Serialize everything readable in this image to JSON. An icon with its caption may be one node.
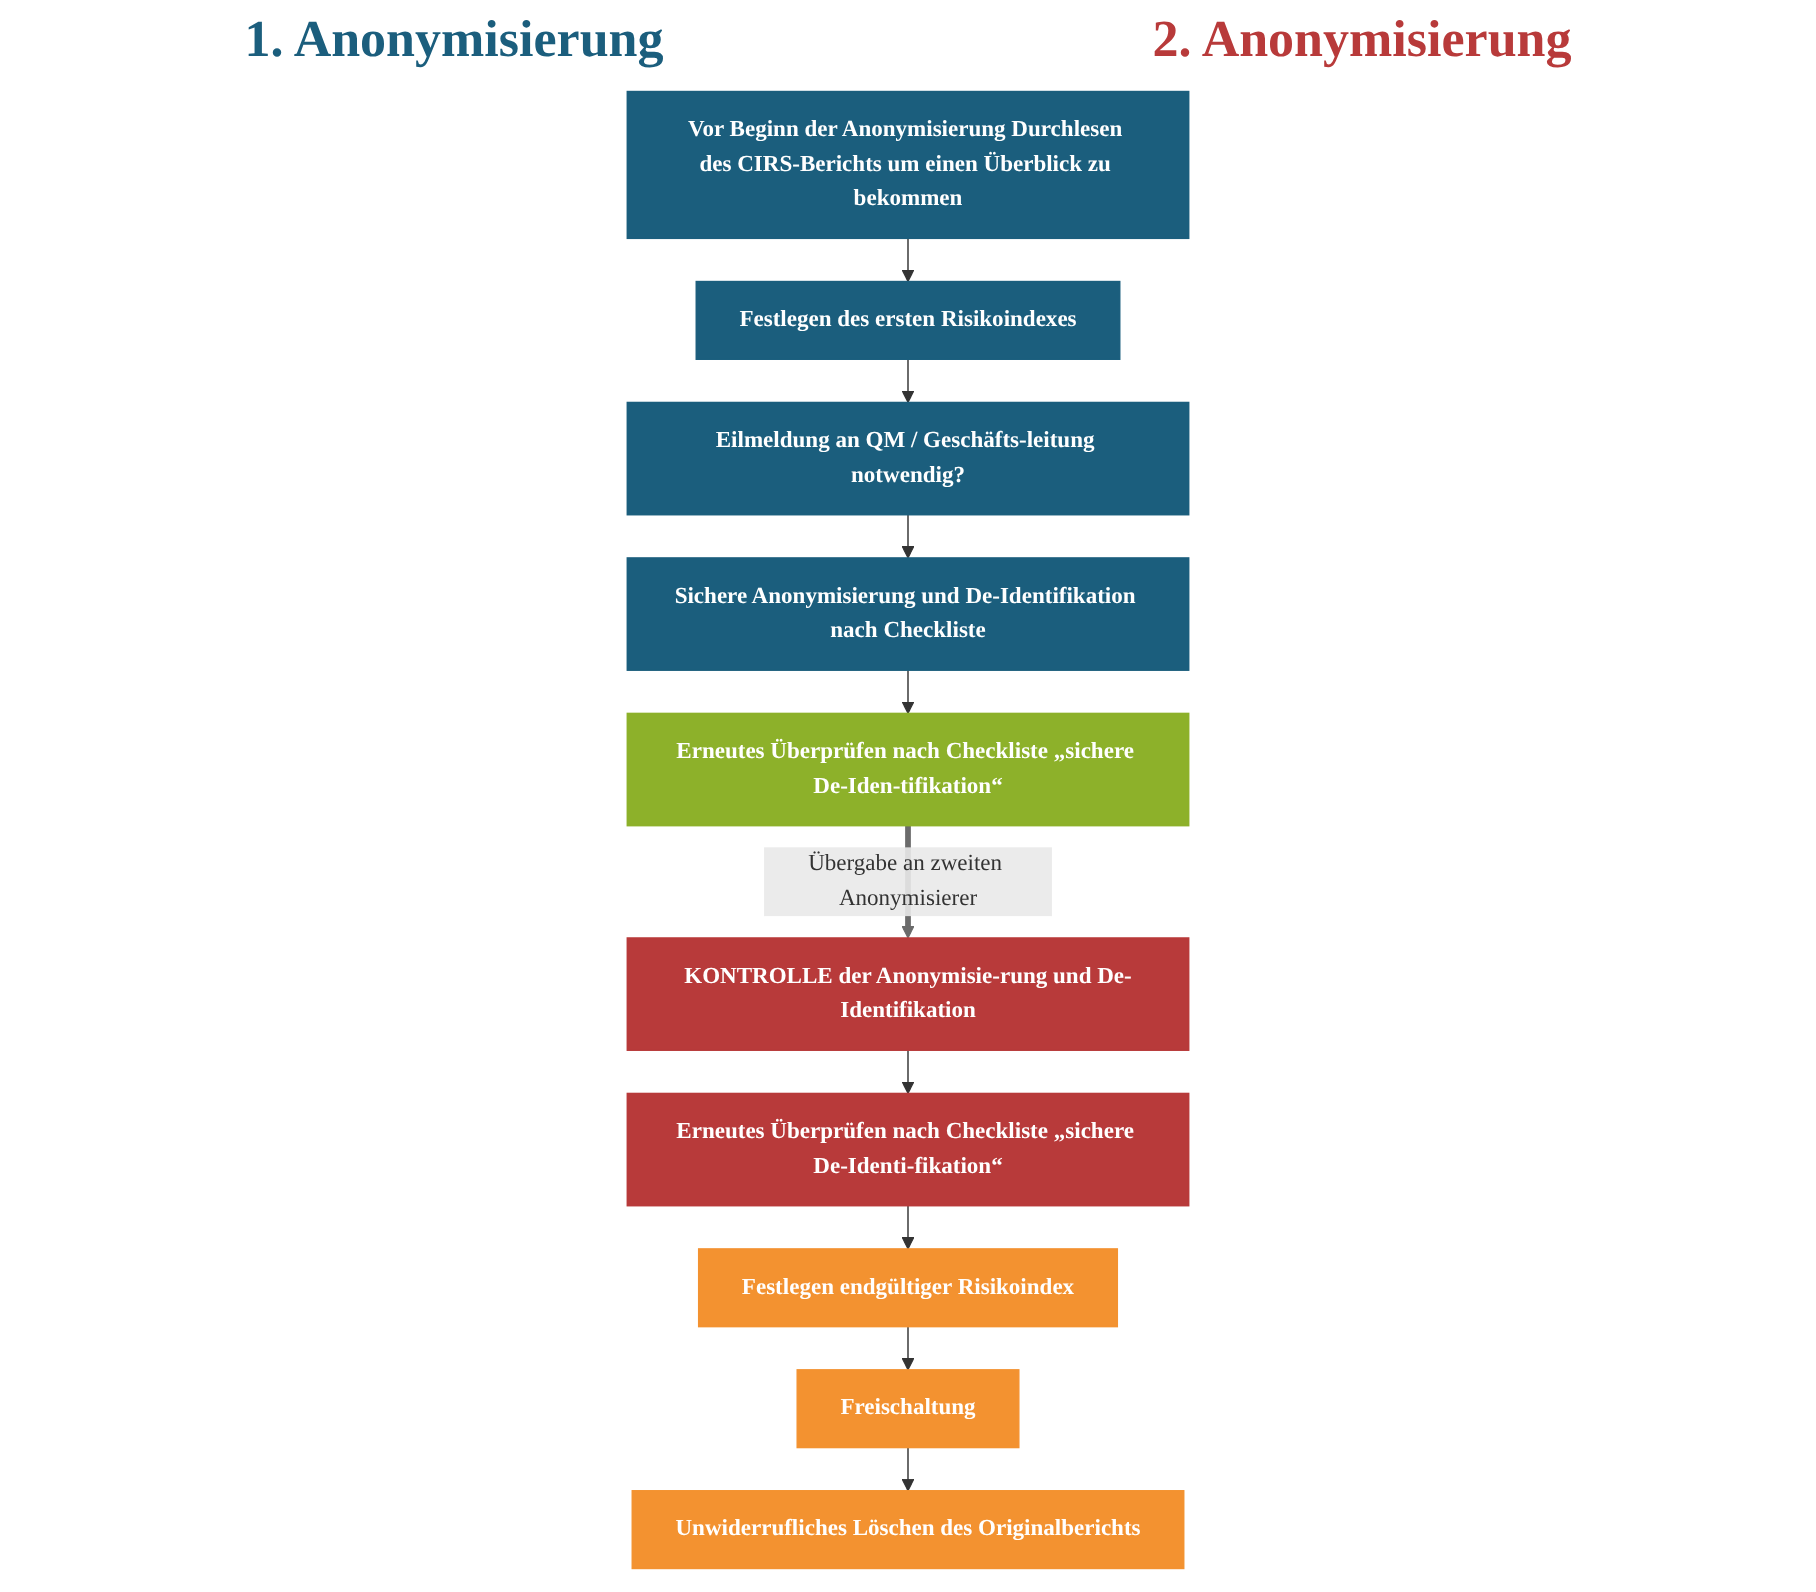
{
  "diagram": {
    "nodes": [
      {
        "text": [
          "Vor Beginn der Anonymisierung Durchlesen des CIRS-Berichts um einen Überblick zu bekommen"
        ]
      },
      {
        "text": [
          "Festlegen des ersten Risikoindexes"
        ]
      },
      {
        "text": [
          "Eilmeldung an QM / Geschäfts-leitung notwendig?"
        ]
      },
      {
        "text": [
          "Sichere Anonymisierung und De-Identifikation nach Checkliste"
        ]
      },
      {
        "text": [
          "Erneutes Überprüfen nach Checkliste „sichere De-Iden-tifikation“"
        ]
      },
      {
        "text": [
          "KONTROLLE der Anonymisie-rung und De-Identifikation"
        ]
      },
      {
        "text": [
          "Erneutes Überprüfen nach Checkliste „sichere De-Identi-fikation“"
        ]
      },
      {
        "text": [
          "Festlegen endgültiger Risikoindex"
        ]
      },
      {
        "text": [
          "Freischaltung"
        ]
      },
      {
        "text": [
          "Unwiderrufliches Löschen des Originalberichts"
        ]
      }
    ],
    "edges": [
      {
        "from": 0,
        "to": 1,
        "arrow": "to"
      },
      {
        "from": 1,
        "to": 2,
        "arrow": "to"
      },
      {
        "from": 2,
        "to": 3,
        "arrow": "to"
      },
      {
        "from": 3,
        "to": 4,
        "arrow": "to"
      },
      {
        "from": 4,
        "to": 5,
        "arrow": "to",
        "label": "Übergabe an zweiten Anonymisierer",
        "style": "thick",
        "color": "#6b6b6b"
      },
      {
        "from": 5,
        "to": 6,
        "arrow": "to"
      },
      {
        "from": 6,
        "to": 7,
        "arrow": "to"
      },
      {
        "from": 7,
        "to": 8,
        "arrow": "to"
      },
      {
        "from": 8,
        "to": 9,
        "arrow": "to"
      }
    ],
    "labels": [
      "1. Anonymisierung",
      "2. Anonymisierung"
    ]
  }
}
